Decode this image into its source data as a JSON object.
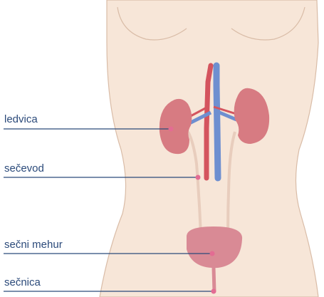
{
  "labels": {
    "kidney": "ledvica",
    "ureter": "sečevod",
    "bladder": "sečni mehur",
    "urethra": "sečnica"
  },
  "colors": {
    "skin": "#f7e6d8",
    "skin_outline": "#d9bca7",
    "kidney": "#d77b82",
    "bladder": "#d98a95",
    "vein": "#6e8fd0",
    "artery": "#d4545e",
    "leader": "#2b4a7a",
    "dot": "#e36c93"
  }
}
